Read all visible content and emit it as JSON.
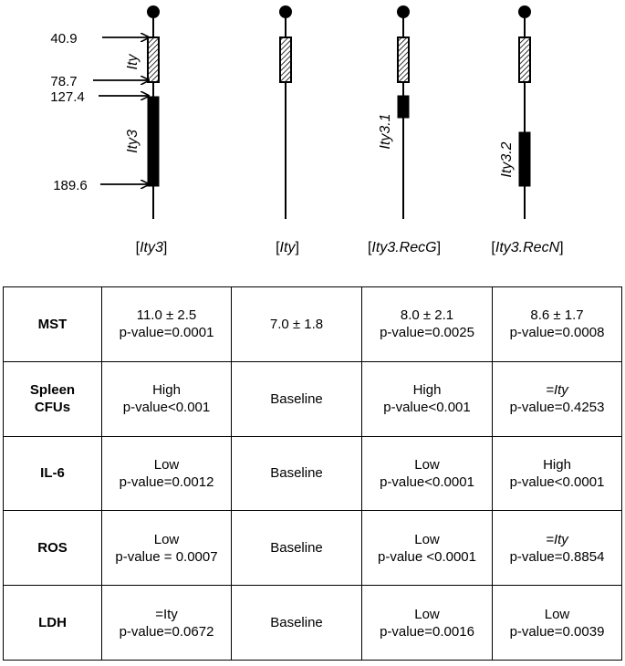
{
  "markers": [
    "40.9",
    "78.7",
    "127.4",
    "189.6"
  ],
  "strains": [
    {
      "pre": "[",
      "name": "Ity3",
      "post": "]"
    },
    {
      "pre": "[",
      "name": "Ity",
      "post": "]"
    },
    {
      "pre": "[",
      "name": "Ity3.RecG",
      "post": "]"
    },
    {
      "pre": "[",
      "name": "Ity3.RecN",
      "post": "]"
    }
  ],
  "qtl_labels": {
    "ity": "Ity",
    "ity3": "Ity3",
    "ity31": "Ity3.1",
    "ity32": "Ity3.2"
  },
  "table": {
    "rows": [
      {
        "label": [
          "MST"
        ],
        "cells": [
          {
            "l1": "11.0 ± 2.5",
            "l2": "p-value=0.0001"
          },
          {
            "l1": "7.0 ± 1.8",
            "l2": ""
          },
          {
            "l1": "8.0 ± 2.1",
            "l2": "p-value=0.0025"
          },
          {
            "l1": "8.6 ± 1.7",
            "l2": "p-value=0.0008"
          }
        ]
      },
      {
        "label": [
          "Spleen",
          "CFUs"
        ],
        "cells": [
          {
            "l1": "High",
            "l2": "p-value<0.001"
          },
          {
            "l1": "Baseline",
            "l2": ""
          },
          {
            "l1": "High",
            "l2": "p-value<0.001"
          },
          {
            "l1": "=Ity",
            "l2": "p-value=0.4253",
            "italic": true
          }
        ]
      },
      {
        "label": [
          "IL-6"
        ],
        "cells": [
          {
            "l1": "Low",
            "l2": "p-value=0.0012"
          },
          {
            "l1": "Baseline",
            "l2": ""
          },
          {
            "l1": "Low",
            "l2": "p-value<0.0001"
          },
          {
            "l1": "High",
            "l2": "p-value<0.0001"
          }
        ]
      },
      {
        "label": [
          "ROS"
        ],
        "cells": [
          {
            "l1": "Low",
            "l2": "p-value = 0.0007"
          },
          {
            "l1": "Baseline",
            "l2": ""
          },
          {
            "l1": "Low",
            "l2": "p-value <0.0001"
          },
          {
            "l1": "=Ity",
            "l2": "p-value=0.8854",
            "italic": true
          }
        ]
      },
      {
        "label": [
          "LDH"
        ],
        "cells": [
          {
            "l1": "=Ity",
            "l2": "p-value=0.0672"
          },
          {
            "l1": "Baseline",
            "l2": ""
          },
          {
            "l1": "Low",
            "l2": "p-value=0.0016"
          },
          {
            "l1": "Low",
            "l2": "p-value=0.0039"
          }
        ]
      }
    ]
  },
  "colors": {
    "line": "#000000",
    "background": "#ffffff"
  },
  "icons": {
    "marker_arrow": "right-arrow",
    "centromere": "filled-circle",
    "ity_region": "hatched-box",
    "ity3_region": "filled-box"
  }
}
